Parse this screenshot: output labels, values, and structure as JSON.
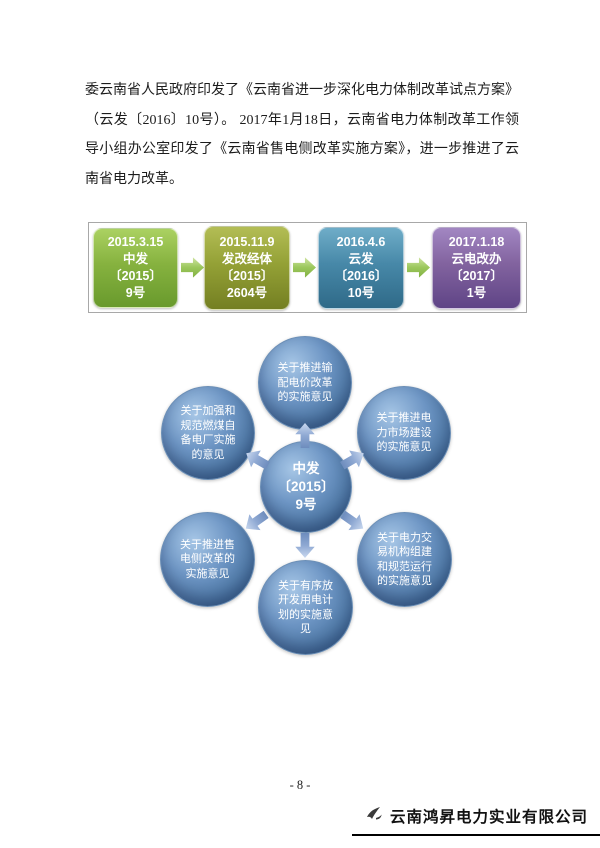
{
  "colors": {
    "timeline_green": "#86b23f",
    "timeline_olive": "#94a136",
    "timeline_blue": "#4788a8",
    "timeline_purple": "#82639f",
    "timeline_arrow_green": "#9bc75c",
    "radial_node_blue": "#6d95c4",
    "radial_arrow_blue": "#8fa9d3"
  },
  "document": {
    "paragraph": "委云南省人民政府印发了《云南省进一步深化电力体制改革试点方案》（云发〔2016〕10号）。 2017年1月18日，云南省电力体制改革工作领导小组办公室印发了《云南省售电侧改革实施方案》，进一步推进了云南省电力改革。",
    "page_number": "- 8 -",
    "footer_company": "云南鸿昇电力实业有限公司"
  },
  "timeline": {
    "boxes": [
      {
        "text": "2015.3.15\n中发\n〔2015〕\n9号"
      },
      {
        "text": "2015.11.9\n发改经体\n〔2015〕\n2604号"
      },
      {
        "text": "2016.4.6\n云发\n〔2016〕\n10号"
      },
      {
        "text": "2017.1.18\n云电改办\n〔2017〕\n1号"
      }
    ]
  },
  "radial": {
    "center": {
      "text": "中发\n〔2015〕\n9号"
    },
    "nodes": [
      {
        "position": "top",
        "text": "关于推进输\n配电价改革\n的实施意见"
      },
      {
        "position": "upper-right",
        "text": "关于推进电\n力市场建设\n的实施意见"
      },
      {
        "position": "lower-right",
        "text": "关于电力交\n易机构组建\n和规范运行\n的实施意见"
      },
      {
        "position": "bottom",
        "text": "关于有序放\n开发用电计\n划的实施意\n见"
      },
      {
        "position": "lower-left",
        "text": "关于推进售\n电侧改革的\n实施意见"
      },
      {
        "position": "upper-left",
        "text": "关于加强和\n规范燃煤自\n备电厂实施\n的意见"
      }
    ]
  }
}
